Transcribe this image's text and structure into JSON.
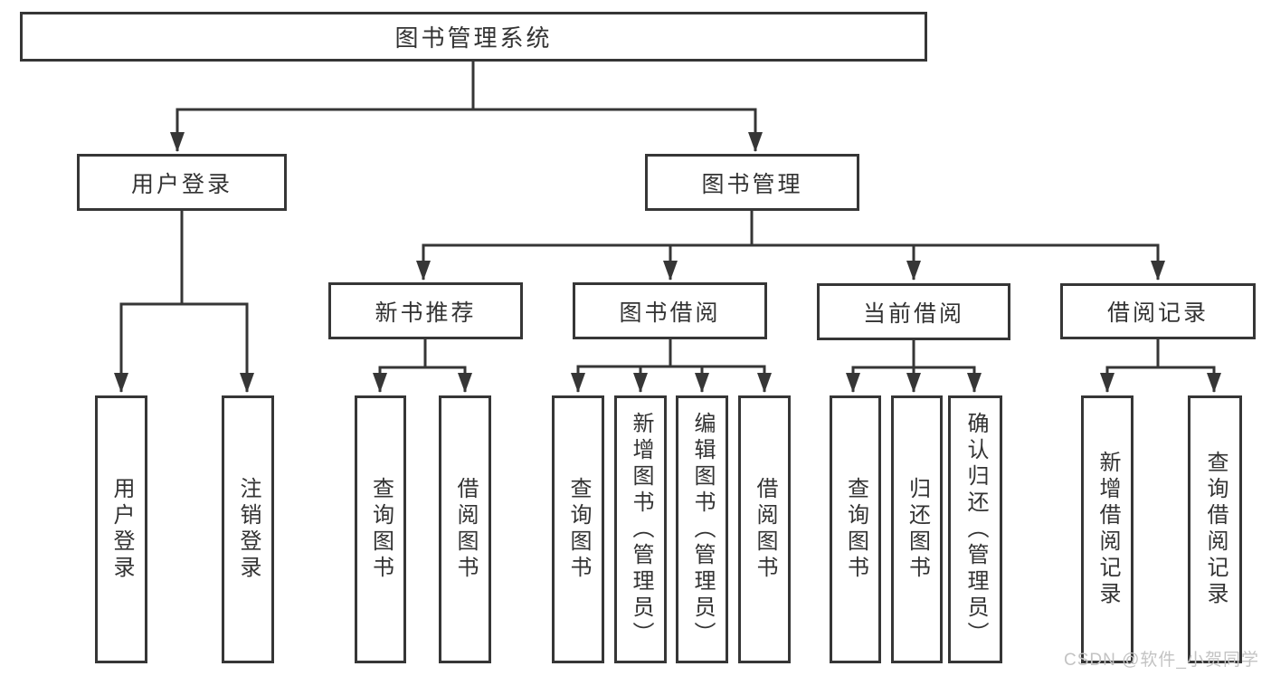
{
  "diagram": {
    "type": "org-hierarchy",
    "title": "图书管理系统",
    "branches": [
      {
        "label": "用户登录",
        "children": [
          {
            "label": "用户登录"
          },
          {
            "label": "注销登录"
          }
        ]
      },
      {
        "label": "图书管理",
        "children": [
          {
            "label": "新书推荐",
            "children": [
              {
                "label": "查询图书"
              },
              {
                "label": "借阅图书"
              }
            ]
          },
          {
            "label": "图书借阅",
            "children": [
              {
                "label": "查询图书"
              },
              {
                "label": "新增图书（管理员）"
              },
              {
                "label": "编辑图书（管理员）"
              },
              {
                "label": "借阅图书"
              }
            ]
          },
          {
            "label": "当前借阅",
            "children": [
              {
                "label": "查询图书"
              },
              {
                "label": "归还图书"
              },
              {
                "label": "确认归还（管理员）"
              }
            ]
          },
          {
            "label": "借阅记录",
            "children": [
              {
                "label": "新增借阅记录"
              },
              {
                "label": "查询借阅记录"
              }
            ]
          }
        ]
      }
    ]
  },
  "watermark": "CSDN @软件_小贺同学",
  "colors": {
    "line": "#363636",
    "text": "#333333",
    "background": "#ffffff",
    "watermark": "#c3c3c3"
  }
}
